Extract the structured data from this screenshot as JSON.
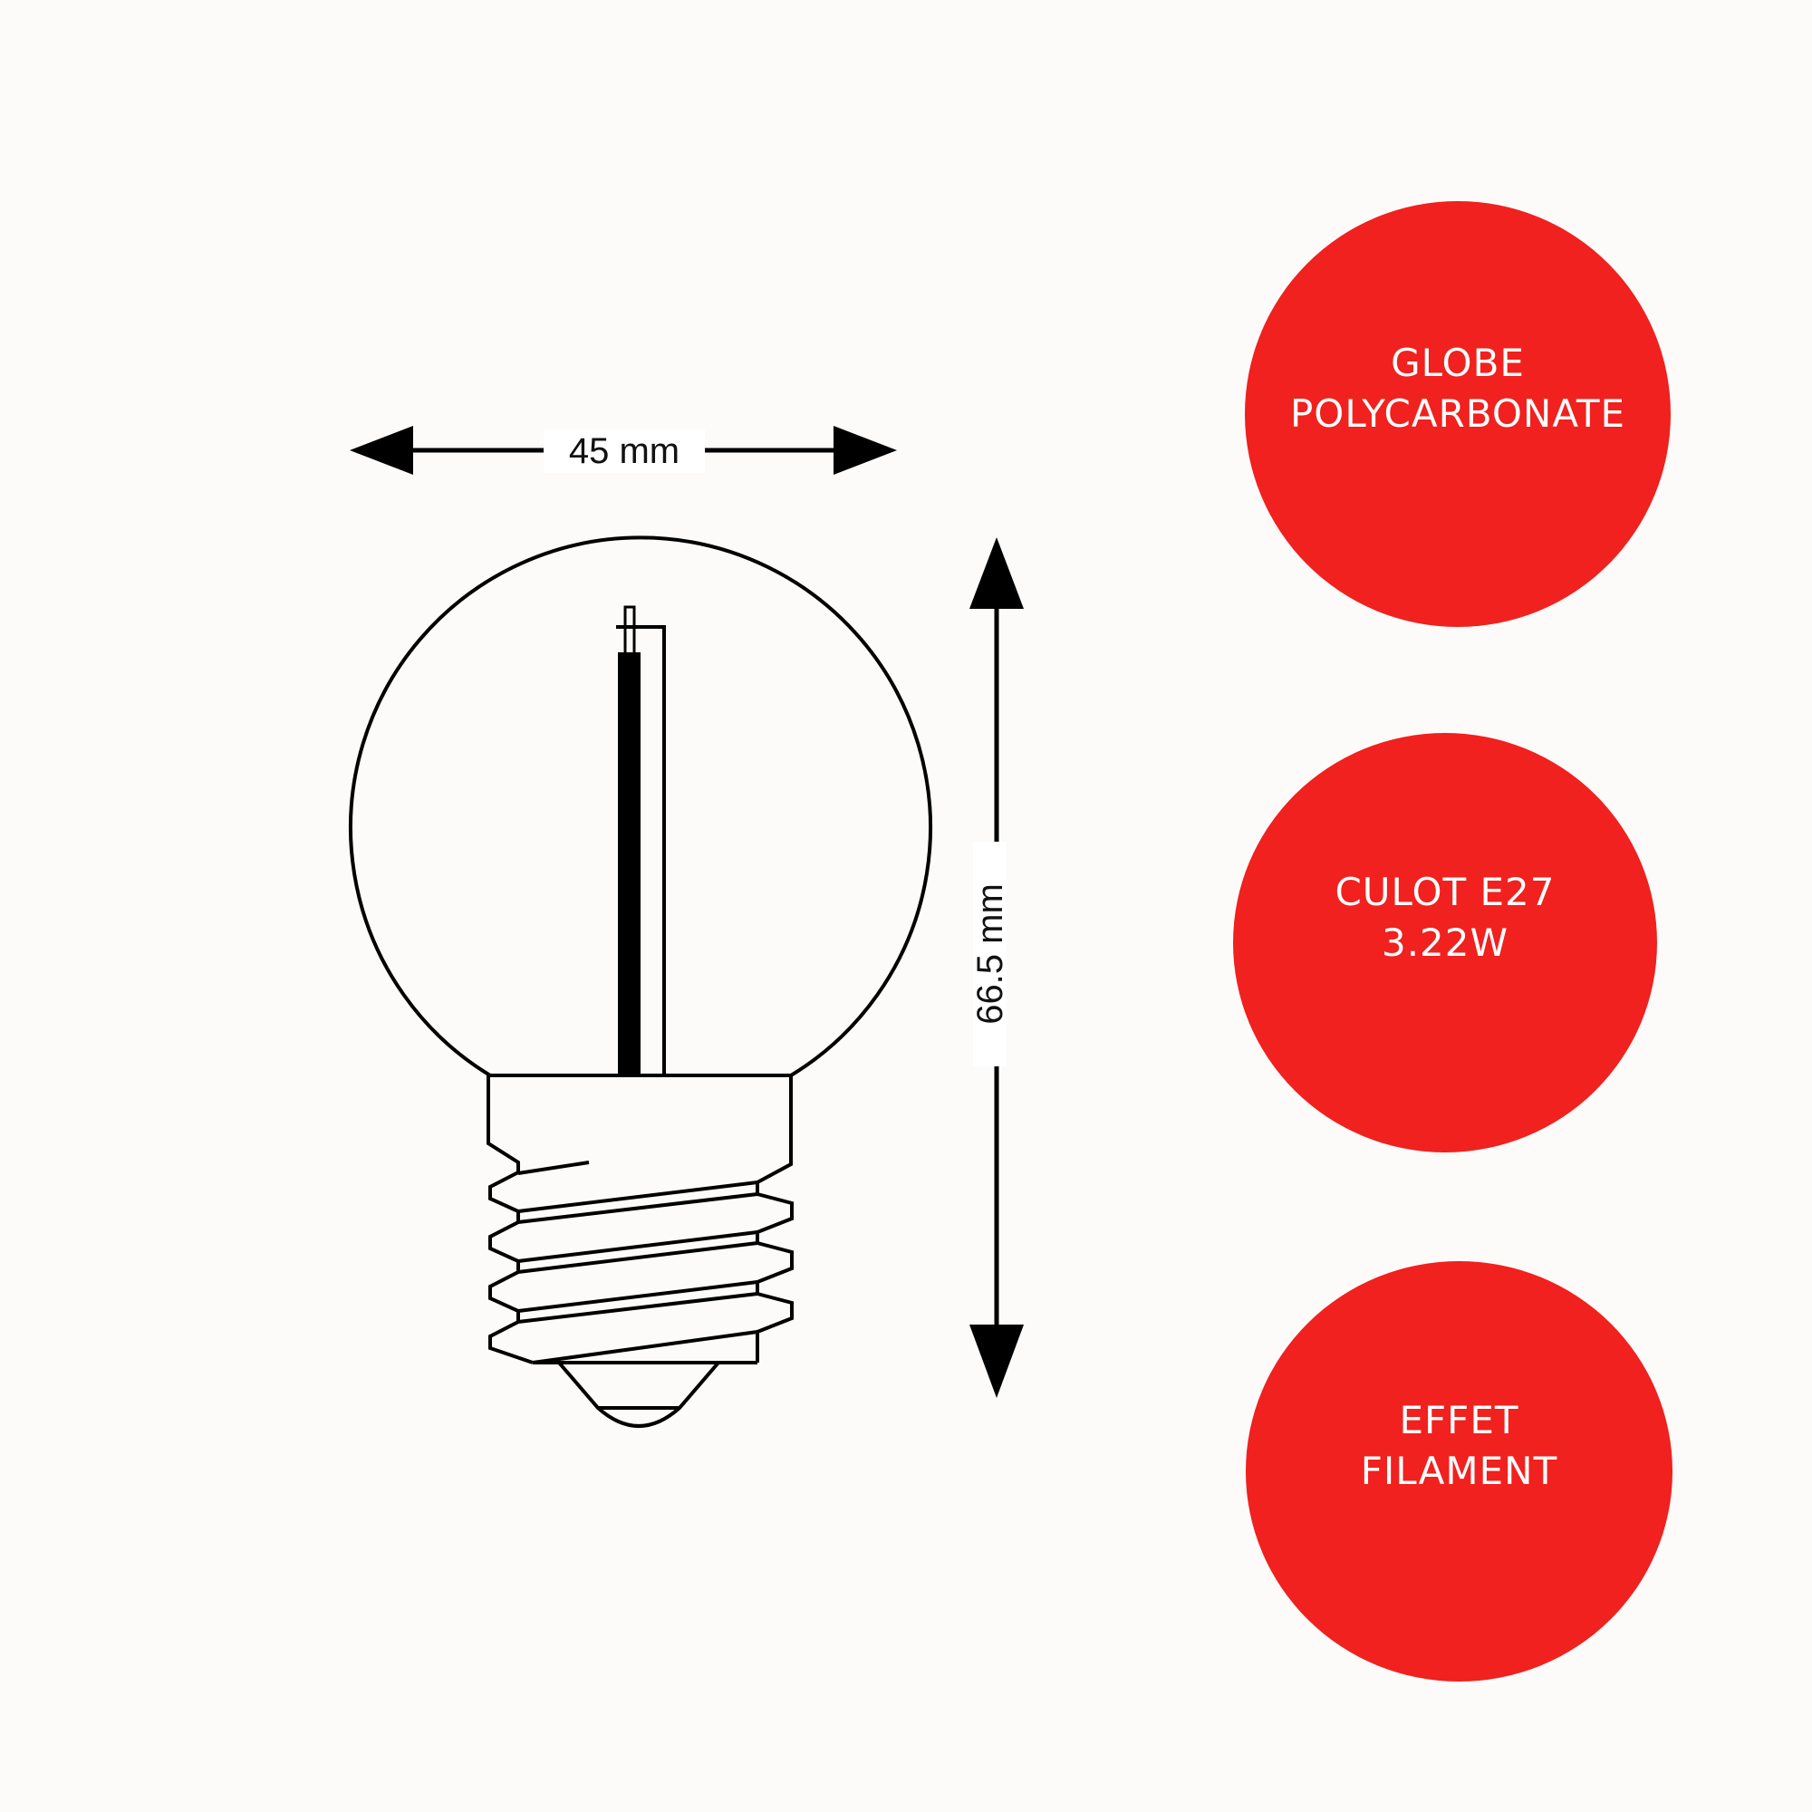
{
  "dimensions": {
    "width_label": "45 mm",
    "height_label": "66.5 mm"
  },
  "features": [
    {
      "line1": "GLOBE",
      "line2": "POLYCARBONATE"
    },
    {
      "line1": "CULOT E27",
      "line2": "3.22W"
    },
    {
      "line1": "EFFET",
      "line2": "FILAMENT"
    }
  ],
  "colors": {
    "accent": "#f0211e",
    "background": "#fcfbfa",
    "line": "#000000"
  },
  "icons": {
    "bulb": "led-filament-globe-bulb-icon",
    "width_arrow": "double-arrow-horizontal-icon",
    "height_arrow": "double-arrow-vertical-icon"
  }
}
